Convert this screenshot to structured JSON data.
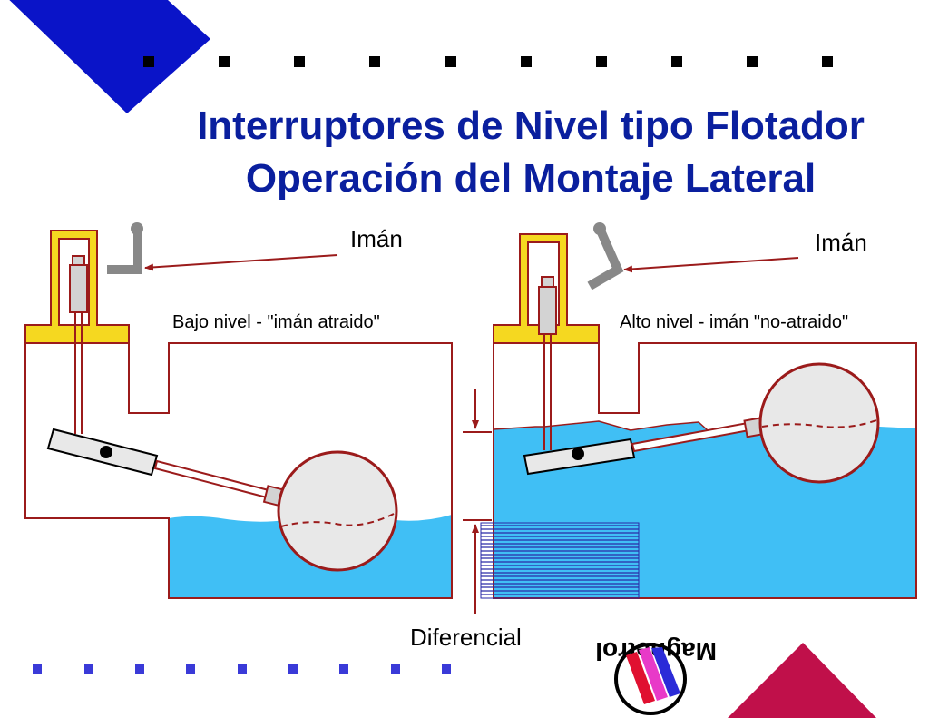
{
  "title": {
    "line1": "Interruptores de Nivel tipo Flotador",
    "line2": "Operación del Montaje Lateral"
  },
  "left_panel": {
    "magnet_label": "Imán",
    "state_label": "Bajo nivel - \"imán atraido\""
  },
  "right_panel": {
    "magnet_label": "Imán",
    "state_label": "Alto nivel - imán \"no-atraido\""
  },
  "differential_label": "Diferencial",
  "logo": {
    "text": "Magnetrol"
  },
  "colors": {
    "title": "#0a1f9e",
    "accent_blue": "#0a14c8",
    "accent_red": "#c0104a",
    "water": "#40bff5",
    "pipe": "#9b1b1b",
    "housing": "#f5d820",
    "float": "#e8e8e8",
    "magnet": "#888888",
    "differential_lines": "#2a2aa8"
  }
}
